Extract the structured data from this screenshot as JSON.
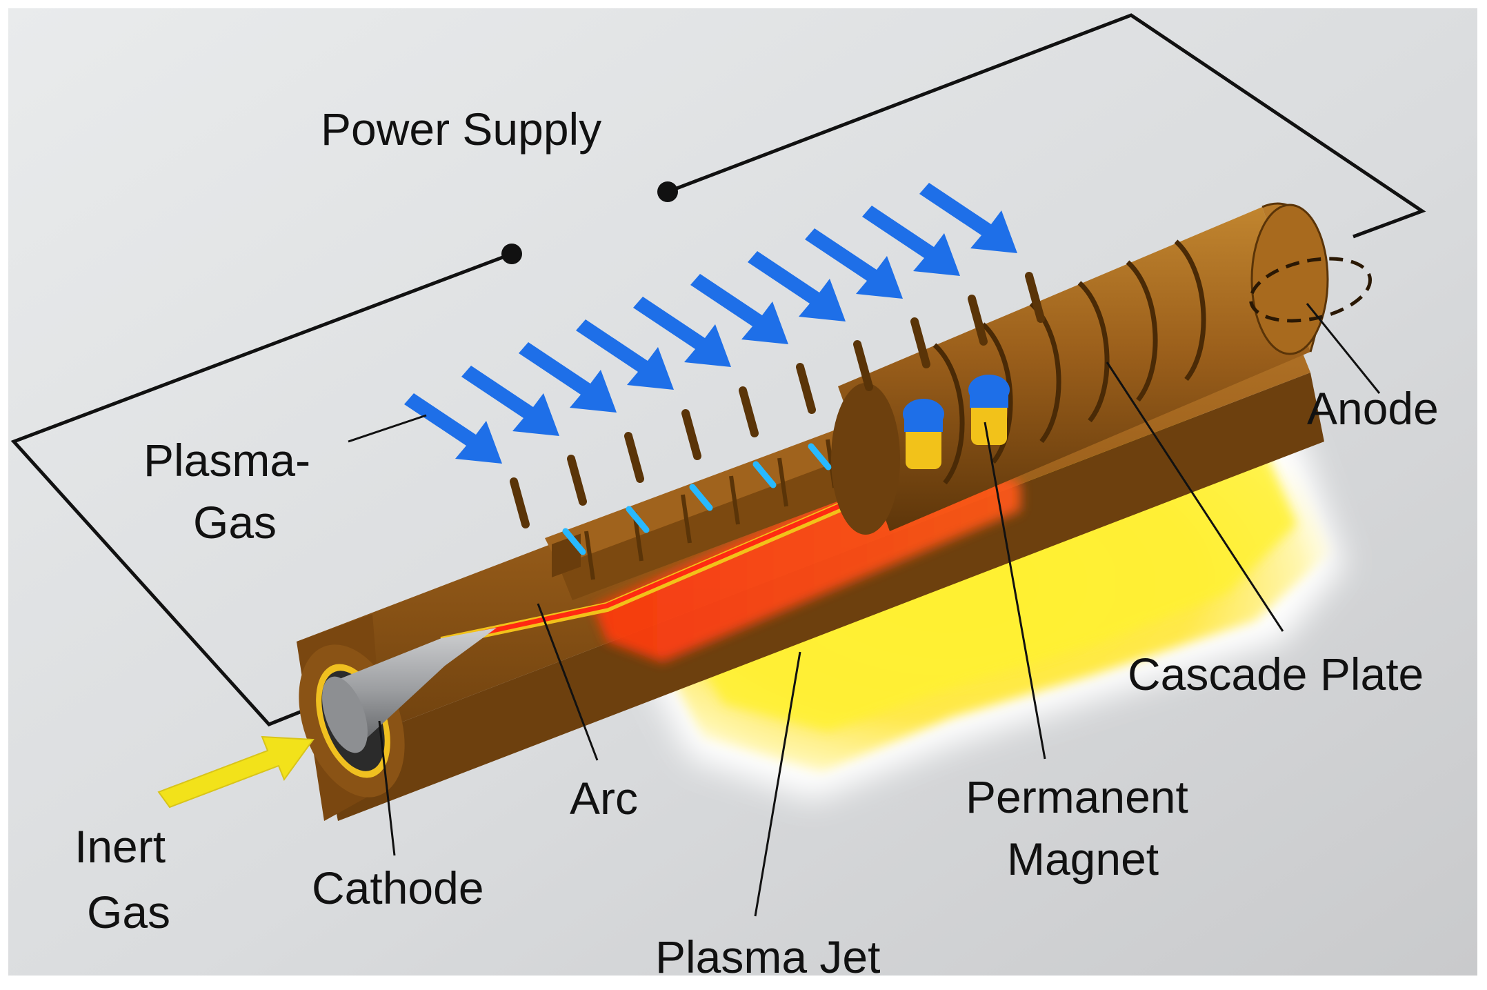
{
  "labels": {
    "power_supply": "Power Supply",
    "plasma_gas_1": "Plasma-",
    "plasma_gas_2": "Gas",
    "anode": "Anode",
    "cascade_plate": "Cascade Plate",
    "permanent_magnet_1": "Permanent",
    "permanent_magnet_2": "Magnet",
    "arc": "Arc",
    "plasma_jet": "Plasma Jet",
    "cathode": "Cathode",
    "inert_gas_1": "Inert",
    "inert_gas_2": "Gas"
  },
  "colors": {
    "copper_top": "#a86a1e",
    "copper_front": "#8a5315",
    "copper_dark": "#5a3408",
    "gas_arrow": "#1e6fe8",
    "inert_arrow": "#f2e21a",
    "plasma_red": "#ff2a12",
    "plasma_yellow": "#fff23a",
    "wire": "#111111",
    "coolant": "#28b9ff"
  }
}
